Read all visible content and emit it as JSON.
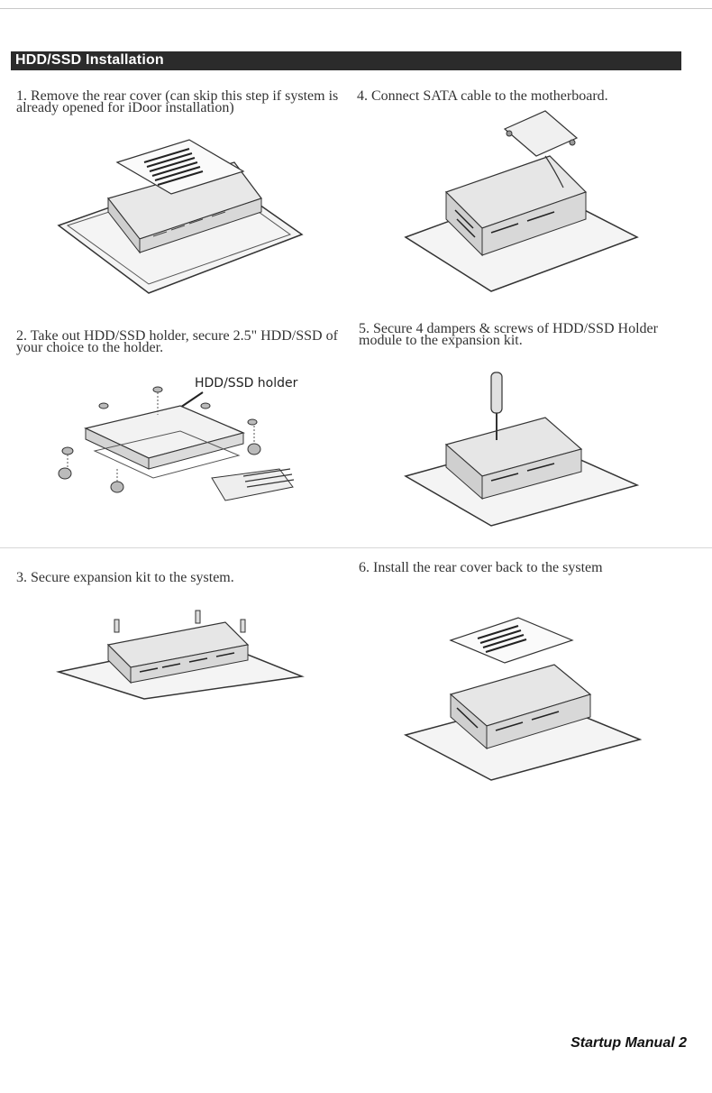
{
  "section": {
    "title": "HDD/SSD Installation"
  },
  "steps": [
    {
      "num": "1.",
      "text": "Remove the rear cover (can skip this step if system is already opened for iDoor installation)"
    },
    {
      "num": "2.",
      "text": "Take out HDD/SSD holder, secure 2.5\" HDD/SSD of your choice to the holder."
    },
    {
      "num": "3.",
      "text": "Secure expansion kit to the system."
    },
    {
      "num": "4.",
      "text": "Connect SATA cable to the motherboard."
    },
    {
      "num": "5.",
      "text": "Secure 4 dampers & screws of HDD/SSD Holder module to the expansion kit."
    },
    {
      "num": "6.",
      "text": "Install the rear cover back to the system"
    }
  ],
  "callouts": {
    "holder_label": "HDD/SSD holder"
  },
  "footer": {
    "page_label": "Startup Manual 2"
  }
}
